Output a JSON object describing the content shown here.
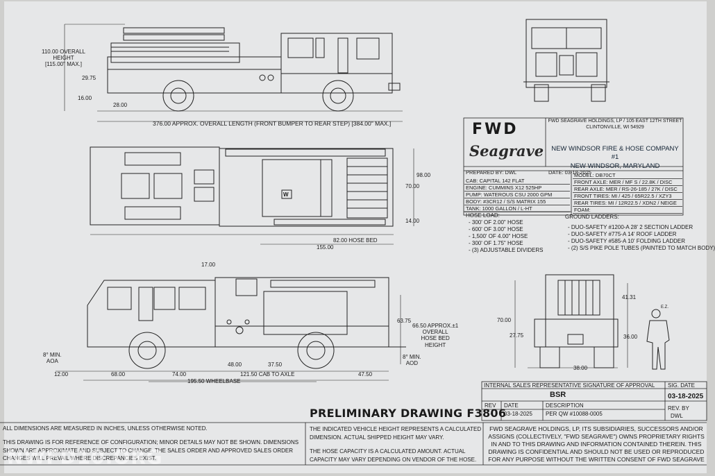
{
  "side_view_top": {
    "overall_height": "110.00 OVERALL\nHEIGHT\n[115.00\" MAX.]",
    "dim_29_75": "29.75",
    "dim_16": "16.00",
    "dim_28": "28.00",
    "overall_length": "376.00 APPROX. OVERALL LENGTH (FRONT BUMPER TO REAR STEP) [384.00\" MAX.]"
  },
  "plan_view": {
    "dim_98": "98.00",
    "dim_70": "70.00",
    "dim_14": "14.00",
    "hose_bed": "82.00 HOSE BED",
    "dim_155": "155.00",
    "w_label": "W"
  },
  "side_view_bottom": {
    "dim_17": "17.00",
    "dim_63_75": "63.75",
    "hose_bed_height": "66.50 APPROX.±1\nOVERALL\nHOSE BED\nHEIGHT",
    "aoa": "8° MIN.\nAOA",
    "aod": "8° MIN.\nAOD",
    "dim_12": "12.00",
    "dim_68": "68.00",
    "dim_74": "74.00",
    "dim_48": "48.00",
    "dim_37_5": "37.50",
    "cab_to_axle": "121.50 CAB TO AXLE",
    "dim_47_5": "47.50",
    "wheelbase": "195.50 WHEELBASE"
  },
  "rear_view": {
    "dim_70": "70.00",
    "dim_27_75": "27.75",
    "dim_41_31": "41.31",
    "dim_36": "36.00",
    "dim_38": "38.00",
    "ez": "E.Z."
  },
  "title_block": {
    "logo_text": "FWD",
    "logo_script": "Seagrave",
    "company_address": "FWD SEAGRAVE HOLDINGS, LP / 105 EAST 12TH STREET\nCLINTONVILLE, WI 54929",
    "customer_line1": "NEW WINDSOR FIRE & HOSE COMPANY #1",
    "customer_line2": "NEW WINDSOR, MARYLAND",
    "prepared_by": "PREPARED BY:  DWL",
    "date": "DATE: 03-18-2025",
    "left_specs": [
      "CAB:  CAPITAL 142 FLAT",
      "ENGINE: CUMMINS X12 525HP",
      "PUMP:  WATEROUS CSU 2000 GPM",
      "BODY:  #3CR12 / S/S MATRIX 155",
      "TANK:  1000 GALLON / L-HT"
    ],
    "right_specs": [
      "MODEL: DB70CT",
      "FRONT AXLE:  MER / MF S / 22.8K / DISC",
      "REAR AXLE:  MER / RS-26-185 / 27K / DISC",
      "FRONT TIRES:  MI / 425 / 65R22.5 / XZY3",
      "REAR TIRES:  MI / 12R22.5 / XDN2 / NEIGE",
      "FOAM:"
    ],
    "hose_load_title": "HOSE LOAD:",
    "hose_load": [
      "- 300' OF 2.00\" HOSE",
      "- 600' OF 3.00\" HOSE",
      "- 1,500' OF 4.00\" HOSE",
      "- 300' OF 1.75\" HOSE",
      "- (3) ADJUSTABLE DIVIDERS"
    ],
    "ladders_title": "GROUND LADDERS:",
    "ladders": [
      "- DUO-SAFETY #1200-A 28' 2 SECTION LADDER",
      "- DUO-SAFETY #775-A 14' ROOF LADDER",
      "- DUO-SAFETY #585-A 10' FOLDING LADDER",
      "- (2) S/S PIKE POLE TUBES (PAINTED TO MATCH BODY)"
    ]
  },
  "signature": {
    "header": "INTERNAL SALES REPRESENTATIVE SIGNATURE OF APPROVAL",
    "sig_date_label": "SIG. DATE",
    "rep": "BSR",
    "sig_date": "03-18-2025",
    "rev_label": "REV",
    "date_label": "DATE",
    "desc_label": "DESCRIPTION",
    "rev": "-",
    "rev_date": "03-18-2025",
    "desc": "PER QW #10088-0005",
    "rev_by_label": "REV. BY",
    "rev_by": "DWL"
  },
  "prelim_title": "PRELIMINARY DRAWING  F3806",
  "notes": {
    "all_dims": "ALL DIMENSIONS ARE MEASURED IN INCHES, UNLESS OTHERWISE NOTED.",
    "reference": "THIS DRAWING IS FOR REFERENCE OF CONFIGURATION; MINOR DETAILS MAY NOT BE SHOWN.  DIMENSIONS\nSHOWN ARE APPROXIMATE AND SUBJECT TO CHANGE.  THE SALES ORDER AND APPROVED SALES ORDER\nCHANGES WILL PREVAIL WHERE DISCREPANCIES EXIST.",
    "height_note": "THE INDICATED VEHICLE HEIGHT REPRESENTS A CALCULATED\nDIMENSION.  ACTUAL SHIPPED HEIGHT MAY VARY.",
    "hose_note": "THE HOSE CAPACITY IS A CALCULATED AMOUNT.  ACTUAL\nCAPACITY MAY VARY DEPENDING ON  VENDOR OF THE HOSE.",
    "proprietary": "FWD SEAGRAVE HOLDINGS, LP, ITS SUBSIDIARIES, SUCCESSORS AND/OR\nASSIGNS (COLLECTIVELY, \"FWD SEAGRAVE\") OWNS PROPRIETARY RIGHTS\nIN AND TO THIS DRAWING AND INFORMATION CONTAINED THEREIN. THIS\nDRAWING IS CONFIDENTIAL AND SHOULD NOT BE USED OR REPRODUCED\nFOR ANY PURPOSE WITHOUT THE WRITTEN CONSENT OF  FWD SEAGRAVE"
  },
  "watermark": "NWFD10.ORG"
}
